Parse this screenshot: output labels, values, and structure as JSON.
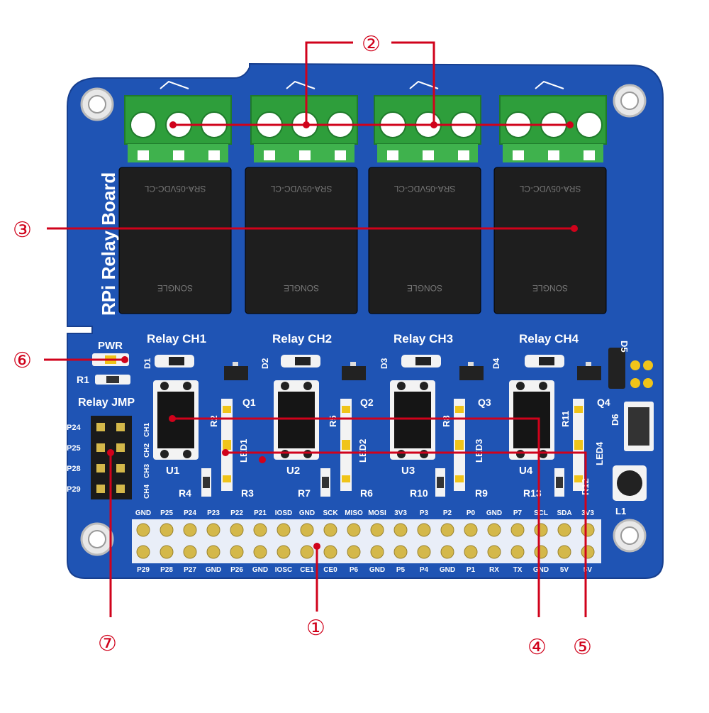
{
  "colors": {
    "board": "#1f54b4",
    "board_edge": "#173f8f",
    "terminal": "#2e9e3b",
    "relay": "#1e1e1e",
    "callout": "#d0021b",
    "pin": "#d4b84a"
  },
  "board": {
    "name": "RPi Relay Board",
    "relays": [
      {
        "channel_label": "Relay CH1",
        "relay_marking": "SRA-05VDC-CL",
        "brand": "SONGLE"
      },
      {
        "channel_label": "Relay CH2",
        "relay_marking": "SRA-05VDC-CL",
        "brand": "SONGLE"
      },
      {
        "channel_label": "Relay CH3",
        "relay_marking": "SRA-05VDC-CL",
        "brand": "SONGLE"
      },
      {
        "channel_label": "Relay CH4",
        "relay_marking": "SRA-05VDC-CL",
        "brand": "SONGLE"
      }
    ],
    "optocouplers": [
      "U1",
      "U2",
      "U3",
      "U4"
    ],
    "component_labels": {
      "pwr": "PWR",
      "r1": "R1",
      "d1": "D1",
      "d2": "D2",
      "d3": "D3",
      "d4": "D4",
      "d5": "D5",
      "d6": "D6",
      "q1": "Q1",
      "q2": "Q2",
      "q3": "Q3",
      "q4": "Q4",
      "r2": "R2",
      "r3": "R3",
      "r4": "R4",
      "r5": "R5",
      "r6": "R6",
      "r7": "R7",
      "r8": "R8",
      "r9": "R9",
      "r10": "R10",
      "r11": "R11",
      "r12": "R12",
      "r13": "R13",
      "led1": "LED1",
      "led2": "LED2",
      "led3": "LED3",
      "led4": "LED4",
      "l1": "L1"
    },
    "relay_jmp": {
      "title": "Relay JMP",
      "pins": [
        "P24",
        "P25",
        "P28",
        "P29"
      ],
      "channels": [
        "CH1",
        "CH2",
        "CH3",
        "CH4"
      ]
    },
    "header_top": [
      "GND",
      "P25",
      "P24",
      "P23",
      "P22",
      "P21",
      "IOSD",
      "GND",
      "SCK",
      "MISO",
      "MOSI",
      "3V3",
      "P3",
      "P2",
      "P0",
      "GND",
      "P7",
      "SCL",
      "SDA",
      "3V3"
    ],
    "header_bottom": [
      "P29",
      "P28",
      "P27",
      "GND",
      "P26",
      "GND",
      "IOSC",
      "CE1",
      "CE0",
      "P6",
      "GND",
      "P5",
      "P4",
      "GND",
      "P1",
      "RX",
      "TX",
      "GND",
      "5V",
      "5V"
    ]
  },
  "callouts": {
    "c1": "①",
    "c2": "②",
    "c3": "③",
    "c4": "④",
    "c5": "⑤",
    "c6": "⑥",
    "c7": "⑦"
  }
}
